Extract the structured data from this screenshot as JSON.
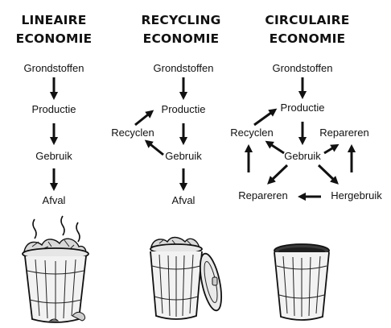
{
  "columns": [
    {
      "title_line1": "LINEAIRE",
      "title_line2": "ECONOMIE",
      "nodes": [
        "Grondstoffen",
        "Productie",
        "Gebruik",
        "Afval"
      ],
      "bin_state": "overflowing trash"
    },
    {
      "title_line1": "RECYCLING",
      "title_line2": "ECONOMIE",
      "nodes": [
        "Grondstoffen",
        "Productie",
        "Recyclen",
        "Gebruik",
        "Afval"
      ],
      "bin_state": "full bin with open lid"
    },
    {
      "title_line1": "CIRCULAIRE",
      "title_line2": "ECONOMIE",
      "nodes": [
        "Grondstoffen",
        "Productie",
        "Recyclen",
        "Repareren",
        "Gebruik",
        "Repareren",
        "Hergebruik"
      ],
      "bin_state": "empty bin"
    }
  ],
  "icons": [
    "trash-can-overflowing-icon",
    "trash-can-full-icon",
    "trash-can-empty-icon"
  ]
}
